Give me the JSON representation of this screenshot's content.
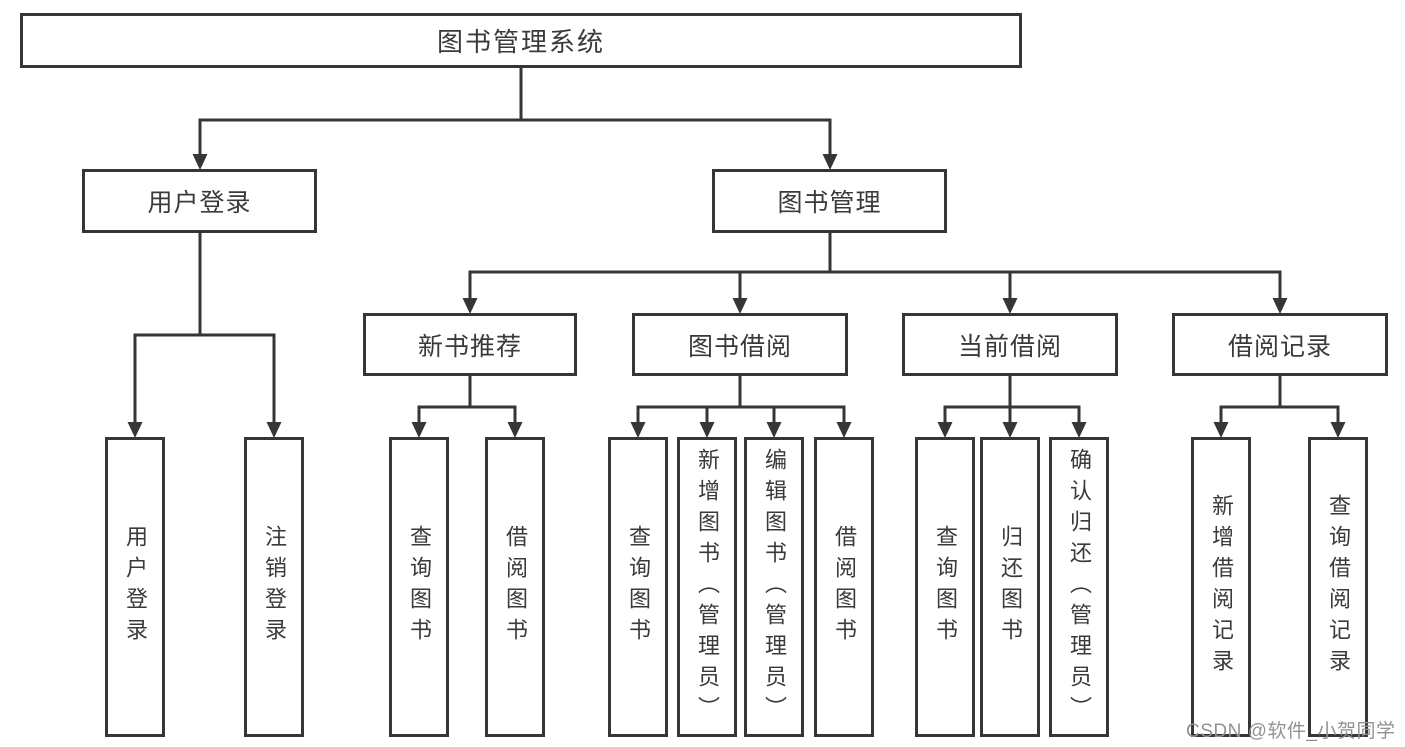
{
  "diagram": {
    "type": "hierarchy-tree",
    "colors": {
      "line": "#363636",
      "text": "#3a3a3a",
      "box_fill": "#ffffff",
      "background": "#ffffff",
      "watermark": "#929292"
    },
    "root": {
      "label": "图书管理系统"
    },
    "branches": [
      {
        "label": "用户登录",
        "children": [
          {
            "label": "用户登录"
          },
          {
            "label": "注销登录"
          }
        ]
      },
      {
        "label": "图书管理",
        "children": [
          {
            "label": "新书推荐",
            "children": [
              {
                "label": "查询图书"
              },
              {
                "label": "借阅图书"
              }
            ]
          },
          {
            "label": "图书借阅",
            "children": [
              {
                "label": "查询图书"
              },
              {
                "label": "新增图书（管理员）"
              },
              {
                "label": "编辑图书（管理员）"
              },
              {
                "label": "借阅图书"
              }
            ]
          },
          {
            "label": "当前借阅",
            "children": [
              {
                "label": "查询图书"
              },
              {
                "label": "归还图书"
              },
              {
                "label": "确认归还（管理员）"
              }
            ]
          },
          {
            "label": "借阅记录",
            "children": [
              {
                "label": "新增借阅记录"
              },
              {
                "label": "查询借阅记录"
              }
            ]
          }
        ]
      }
    ]
  },
  "watermark": {
    "text": "CSDN @软件_小贺同学"
  }
}
